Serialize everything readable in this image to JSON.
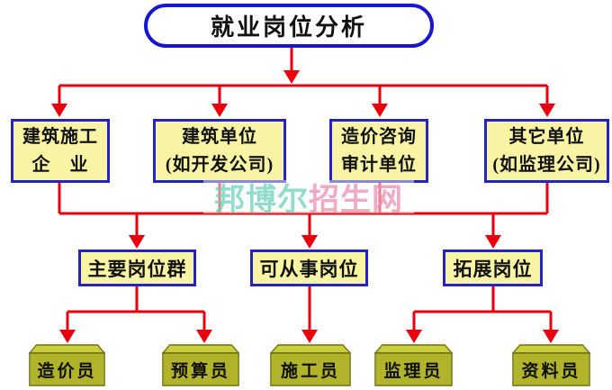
{
  "title": {
    "text": "就业岗位分析"
  },
  "watermark": {
    "part1": "邦博尔",
    "part2": "招生网"
  },
  "level2_nodes": [
    {
      "line1": "建筑施工",
      "line2": "企　业"
    },
    {
      "line1": "建筑单位",
      "line2": "(如开发公司)"
    },
    {
      "line1": "造价咨询",
      "line2": "审计单位"
    },
    {
      "line1": "其它单位",
      "line2": "(如监理公司)"
    }
  ],
  "level3_nodes": [
    {
      "label": "主要岗位群"
    },
    {
      "label": "可从事岗位"
    },
    {
      "label": "拓展岗位"
    }
  ],
  "level4_nodes": [
    {
      "label": "造价员"
    },
    {
      "label": "预算员"
    },
    {
      "label": "施工员"
    },
    {
      "label": "监理员"
    },
    {
      "label": "资料员"
    }
  ],
  "colors": {
    "connector_red": "#e8000c",
    "pill_border_blue": "#1717d2",
    "node_border_blue": "#2323c8",
    "node_fill_yellow": "#f9f4a4",
    "cube_front": "#b1b42a",
    "cube_top": "#c9cd3e",
    "cube_outline": "#6e7110",
    "watermark_teal": "#7fd6c6",
    "watermark_pink": "#ef9cba"
  }
}
